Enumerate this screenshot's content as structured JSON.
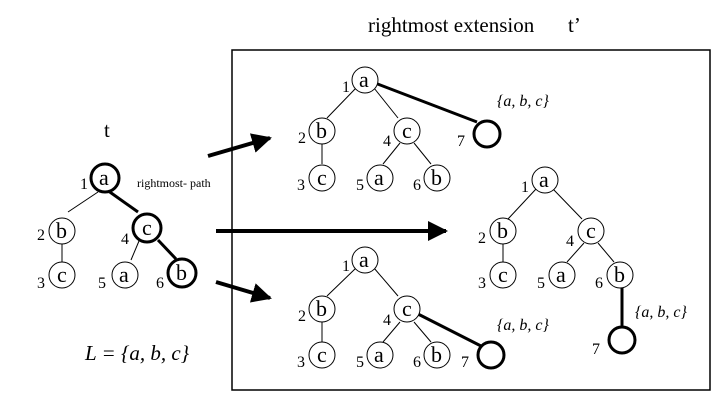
{
  "header_title": "rightmost extension",
  "header_tprime": "t’",
  "original_tree_title": "t",
  "rightmost_path_label": "rightmost- path",
  "label_set": "L = {a, b, c}",
  "extension_label": "{a, b, c}",
  "original_tree": {
    "nodes": [
      {
        "num": "1",
        "label": "a"
      },
      {
        "num": "2",
        "label": "b"
      },
      {
        "num": "3",
        "label": "c"
      },
      {
        "num": "4",
        "label": "c"
      },
      {
        "num": "5",
        "label": "a"
      },
      {
        "num": "6",
        "label": "b"
      }
    ]
  },
  "extension_trees": [
    {
      "new_node_num": "7",
      "attached_to": "1"
    },
    {
      "new_node_num": "7",
      "attached_to": "6"
    },
    {
      "new_node_num": "7",
      "attached_to": "4"
    }
  ],
  "colors": {
    "stroke": "#000000",
    "background": "#ffffff"
  }
}
